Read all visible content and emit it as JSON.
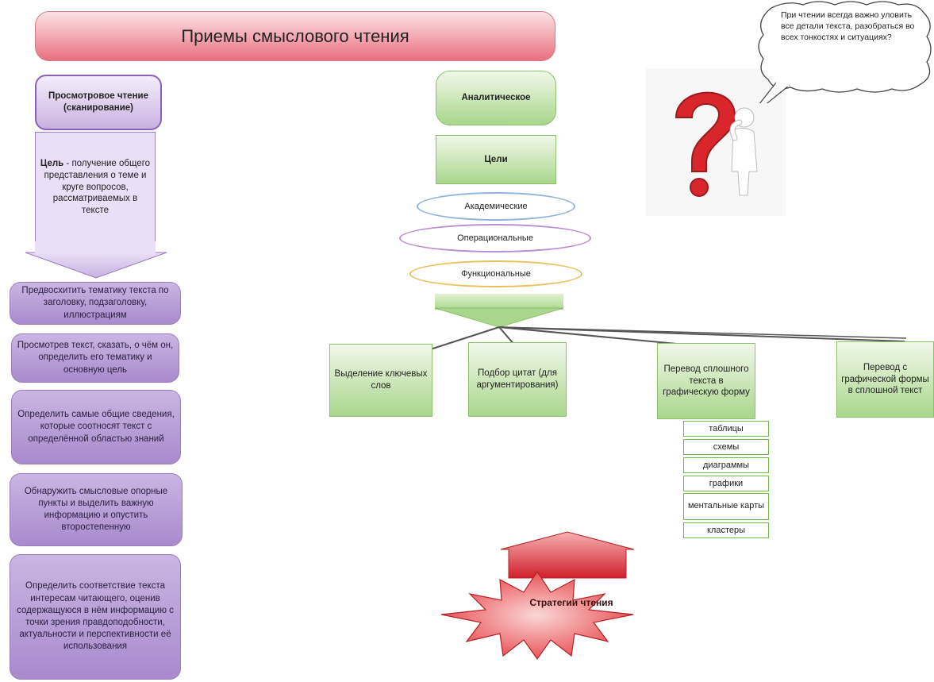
{
  "title": "Приемы смыслового чтения",
  "skimming": {
    "header": "Просмотровое чтение (сканирование)",
    "goal_label": "Цель",
    "goal_text": " - получение общего представления о теме и круге вопросов, рассматриваемых в тексте",
    "steps": [
      "Предвосхитить тематику текста по заголовку, подзаголовку, иллюстрациям",
      "Просмотрев текст, сказать, о чём он, определить его тематику и основную цель",
      "Определить самые общие сведения, которые соотносят текст с определённой областью знаний",
      "Обнаружить смысловые опорные пункты и выделить важную информацию и опустить второстепенную",
      "Определить соответствие текста интересам читающего, оценив содержащуюся в нём информацию с точки зрения правдоподобности, актуальности и перспективности её использования"
    ]
  },
  "analytic": {
    "header": "Аналитическое",
    "goals_label": "Цели",
    "goal_types": [
      "Академические",
      "Операциональные",
      "Функциональные"
    ],
    "outcomes": [
      "Выделение ключевых слов",
      "Подбор цитат (для аргументирования)",
      "Перевод сплошного текста в графическую форму",
      "Перевод с графической формы в сплошной текст"
    ],
    "graphic_forms": [
      "таблицы",
      "схемы",
      "диаграммы",
      "графики",
      "ментальные карты",
      "кластеры"
    ]
  },
  "speech_bubble": "При чтении всегда важно уловить все детали текста, разобраться во всех тонкостях и ситуациях?",
  "strategies": "Стратегии чтения",
  "colors": {
    "title_fill": "#f3a4ae",
    "purple": "#a98acd",
    "green": "#a9d68c",
    "red": "#e03030"
  }
}
